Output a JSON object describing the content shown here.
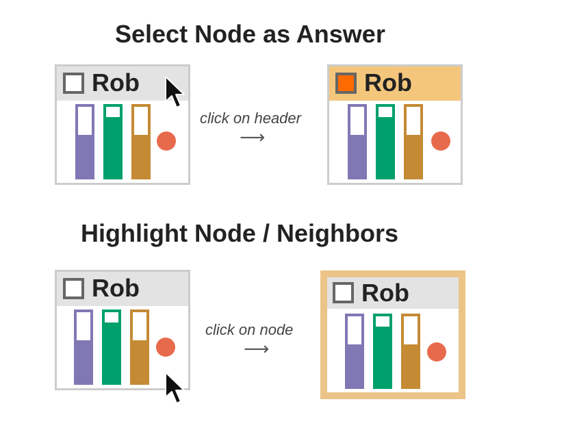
{
  "titles": {
    "select": "Select Node as Answer",
    "highlight": "Highlight Node / Neighbors"
  },
  "operations": {
    "select_label": "click on header",
    "highlight_label": "click on node",
    "arrow": "⟶"
  },
  "colors": {
    "bar_purple": "#8078b4",
    "bar_green": "#00a06c",
    "bar_brown": "#c48a34",
    "dot": "#e86a4c",
    "header_default": "#e3e3e3",
    "header_selected": "#f4c67c",
    "checkbox_checked": "#ff6a00",
    "border_default": "#cccccc",
    "border_highlight": "#ecc488"
  },
  "nodes": [
    {
      "name": "Rob",
      "state": "default",
      "checked": false,
      "bars": [
        0.6,
        0.85,
        0.6
      ],
      "dot": true
    },
    {
      "name": "Rob",
      "state": "selected",
      "checked": true,
      "bars": [
        0.6,
        0.85,
        0.6
      ],
      "dot": true
    },
    {
      "name": "Rob",
      "state": "default",
      "checked": false,
      "bars": [
        0.6,
        0.85,
        0.6
      ],
      "dot": true
    },
    {
      "name": "Rob",
      "state": "highlighted",
      "checked": false,
      "bars": [
        0.6,
        0.85,
        0.6
      ],
      "dot": true
    }
  ],
  "cursors": {
    "icon": "arrow-cursor-icon"
  }
}
